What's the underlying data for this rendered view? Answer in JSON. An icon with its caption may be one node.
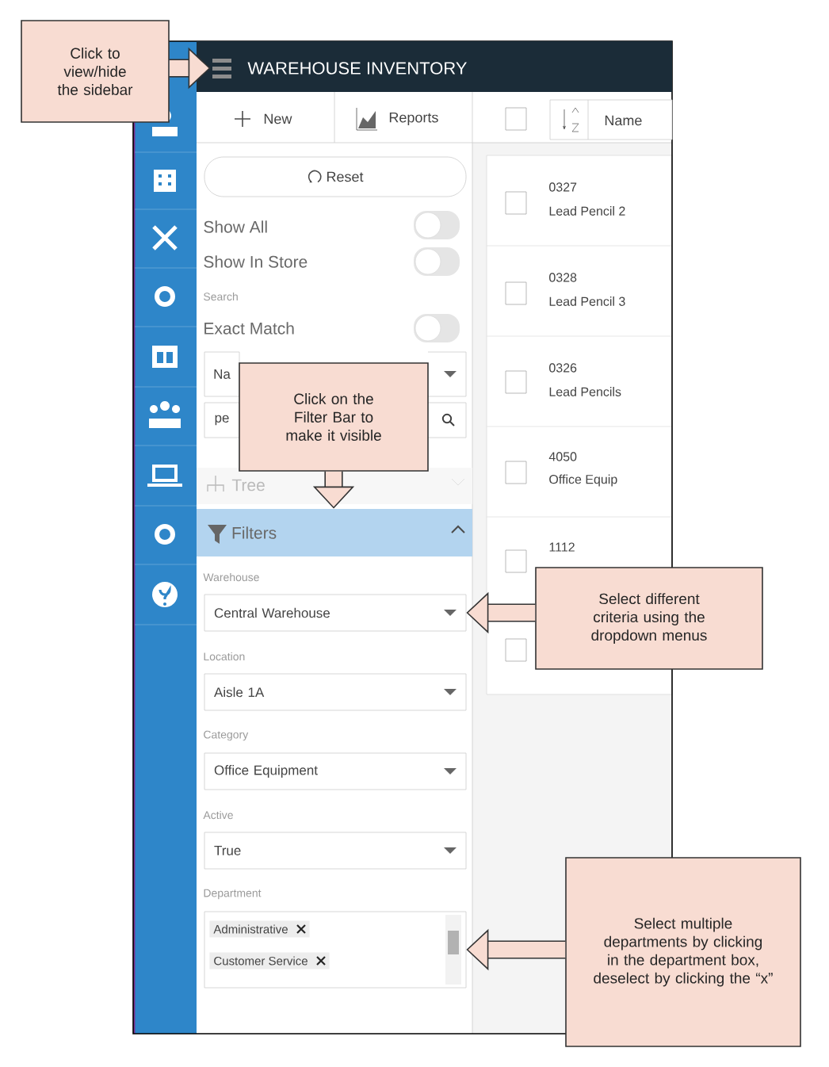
{
  "diagram": {
    "nodes": [
      {
        "text": [
          "Click to view/hide the sidebar"
        ]
      },
      {
        "text": [],
        "shape": "picture"
      },
      {
        "text": [
          "Reset"
        ]
      },
      {
        "text": [
          "Na"
        ]
      },
      {
        "text": [
          "pe"
        ]
      },
      {
        "text": [
          "Click on the Filter Bar to make it visible"
        ]
      },
      {
        "text": [
          "Filters"
        ]
      },
      {
        "text": [
          "Select different criteria using the dropdown menus"
        ]
      },
      {
        "text": [
          "Central Warehouse"
        ]
      },
      {
        "text": [
          "Aisle 1A"
        ]
      },
      {
        "text": [
          "Office Equipment"
        ]
      },
      {
        "text": [
          "True"
        ]
      },
      {
        "text": [
          "Select multiple departments by clicking in the department box, deselect by clicking the “x”"
        ]
      },
      {
        "text": [
          "Administrative",
          "Customer Service"
        ]
      }
    ],
    "edges": [
      {
        "from": 0,
        "to": 1,
        "arrow": "to"
      },
      {
        "from": 5,
        "to": 6,
        "arrow": "to"
      },
      {
        "from": 7,
        "to": 8,
        "arrow": "to"
      },
      {
        "from": 12,
        "to": 13,
        "arrow": "to"
      }
    ],
    "labels": [
      "WAREHOUSE INVENTORY",
      "New",
      "Reports",
      "Name",
      "0327",
      "Lead Pencil 2",
      "Show All",
      "Show In Store",
      "0328",
      "Lead Pencil 3",
      "Search",
      "Exact Match",
      "0326",
      "Lead Pencils",
      "4050",
      "Office Equip",
      "Tree",
      "1112",
      "Warehouse",
      "Location",
      "Category",
      "Active",
      "Department"
    ]
  }
}
